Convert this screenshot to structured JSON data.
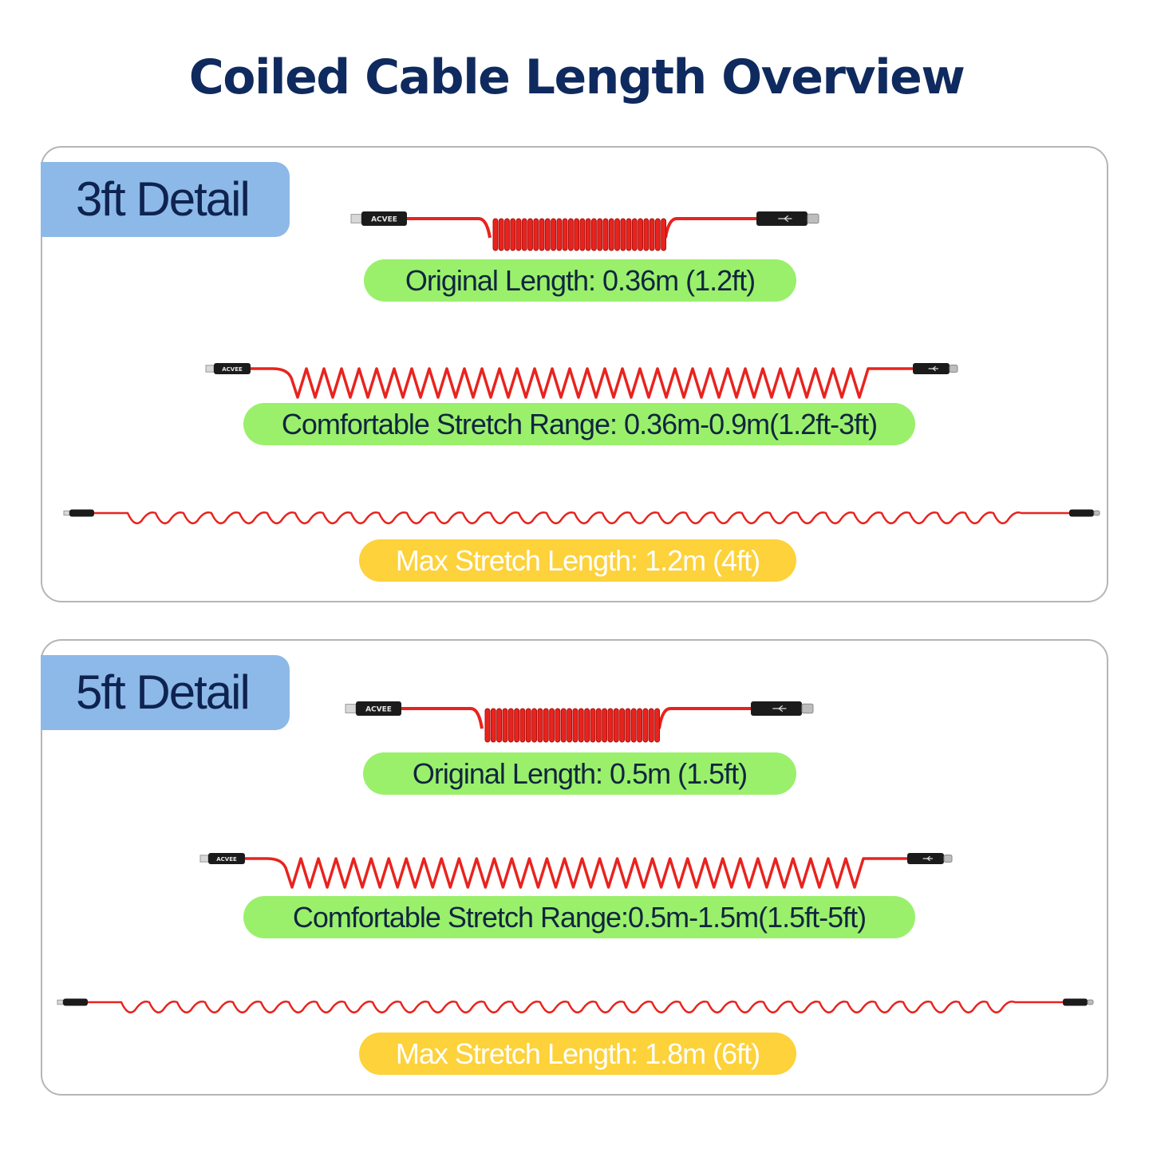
{
  "title": "Coiled Cable Length Overview",
  "brand_on_connector": "ACVEE",
  "colors": {
    "title": "#0f2a5e",
    "tab": "#8cb9e8",
    "green_pill": "#9af06b",
    "yellow_pill": "#fdd23a",
    "cable": "#e8231e"
  },
  "panels": [
    {
      "label": "3ft Detail",
      "original": "Original Length: 0.36m (1.2ft)",
      "comfortable": "Comfortable Stretch Range: 0.36m-0.9m(1.2ft-3ft)",
      "max": "Max Stretch Length: 1.2m (4ft)"
    },
    {
      "label": "5ft Detail",
      "original": "Original Length: 0.5m (1.5ft)",
      "comfortable": "Comfortable Stretch Range:0.5m-1.5m(1.5ft-5ft)",
      "max": "Max Stretch Length: 1.8m (6ft)"
    }
  ]
}
